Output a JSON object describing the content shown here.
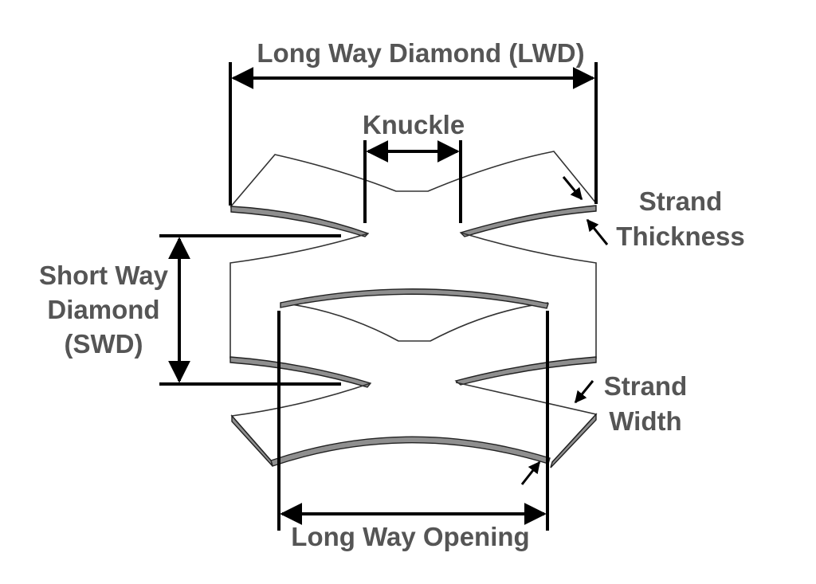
{
  "labels": {
    "lwd": "Long Way Diamond (LWD)",
    "knuckle": "Knuckle",
    "strand_thickness_1": "Strand",
    "strand_thickness_2": "Thickness",
    "swd_1": "Short Way",
    "swd_2": "Diamond",
    "swd_3": "(SWD)",
    "strand_width_1": "Strand",
    "strand_width_2": "Width",
    "lwo": "Long Way Opening"
  },
  "colors": {
    "text": "#555555",
    "strand_edge": "#8f8f8f",
    "line": "#000000"
  }
}
